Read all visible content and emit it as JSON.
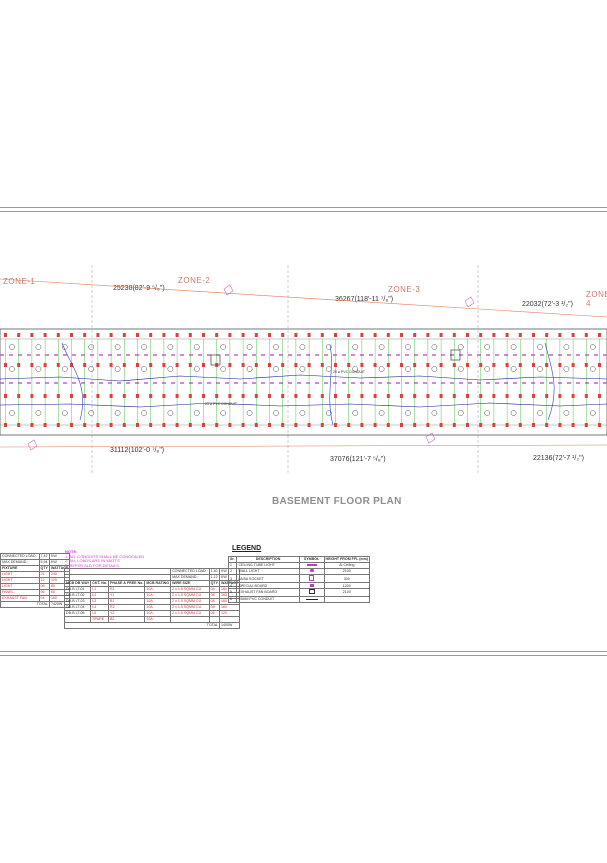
{
  "plan": {
    "zones": [
      "ZONE-1",
      "ZONE-2",
      "ZONE-3",
      "ZONE-4"
    ],
    "dim_top": [
      "25238(82'-9 ⁵/₈\")",
      "36267(118'-11 ⁷/₈\")",
      "22032(72'-3 ¹/₂\")"
    ],
    "dim_bottom": [
      "31112(102'-0 ⁷/₈\")",
      "37076(121'-7 ⁵/₈\")",
      "22136(72'-7 ¹/₂\")"
    ],
    "pvc_label": "25 ⌀ PVC CONDUIT",
    "title": "BASEMENT FLOOR PLAN"
  },
  "table_left": {
    "meta": [
      [
        "CONNECTED LOAD :",
        "7.42",
        "KW"
      ],
      [
        "MAX DEMAND :",
        "5.94",
        "KW"
      ]
    ],
    "headers": [
      "FIXTURE",
      "QTY",
      "WATTAGE"
    ],
    "rows": [
      [
        "LIGHT",
        "24",
        "240"
      ],
      [
        "LIGHT",
        "12",
        "120"
      ],
      [
        "LIGHT",
        "08",
        "80"
      ],
      [
        "PANEL",
        "06",
        "60"
      ],
      [
        "EXHAUST FAN",
        "04",
        "160"
      ]
    ],
    "total_label": "TOTAL",
    "total_value": "7420W"
  },
  "table_mid": {
    "notes": [
      "NOTE:",
      "1. ALL CONDUITS SHALL BE CONCEALED",
      "2. ALL LOADS ARE IN WATTS",
      "3. REFER SLD FOR DETAILS"
    ],
    "headers": [
      "MCB DB WAY",
      "CKT. No.",
      "PHASE & FREE No.",
      "MCB RATING",
      "WIRE SIZE",
      "QTY",
      "WATTAGE"
    ],
    "rows": [
      [
        "DB-B LT-01",
        "L1",
        "R1",
        "10A",
        "2 x 1.5 SQMM CU",
        "08",
        "160"
      ],
      [
        "DB-B LT-02",
        "L2",
        "Y1",
        "10A",
        "2 x 1.5 SQMM CU",
        "08",
        "160"
      ],
      [
        "DB-B LT-03",
        "L3",
        "B1",
        "10A",
        "2 x 1.5 SQMM CU",
        "08",
        "160"
      ],
      [
        "DB-B LT-04",
        "L4",
        "R2",
        "10A",
        "2 x 1.5 SQMM CU",
        "08",
        "160"
      ],
      [
        "DB-B LT-05",
        "L5",
        "Y2",
        "10A",
        "2 x 1.5 SQMM CU",
        "06",
        "120"
      ],
      [
        "",
        "SPARE",
        "B2",
        "10A",
        "",
        "",
        ""
      ]
    ],
    "meta": [
      [
        "CONNECTED LOAD :",
        "1.40",
        "KW"
      ],
      [
        "MAX DEMAND :",
        "1.12",
        "KW"
      ]
    ],
    "total_label": "TOTAL",
    "total_value": "1400W"
  },
  "legend": {
    "title": "LEGEND",
    "headers": [
      "Sr.",
      "DESCRIPTION",
      "SYMBOL",
      "HEIGHT FROM FFL (mm)"
    ],
    "rows": [
      [
        "1",
        "CEILING TUBE LIGHT",
        "At Ceiling"
      ],
      [
        "2",
        "WALL LIGHT",
        "2100"
      ],
      [
        "3",
        "6A/5A SOCKET",
        "300"
      ],
      [
        "4",
        "SPECIAL BOARD",
        "1200"
      ],
      [
        "5",
        "EXHAUST FAN BOARD",
        "2100"
      ],
      [
        "6",
        "25MM PVC CONDUIT",
        ""
      ]
    ]
  }
}
